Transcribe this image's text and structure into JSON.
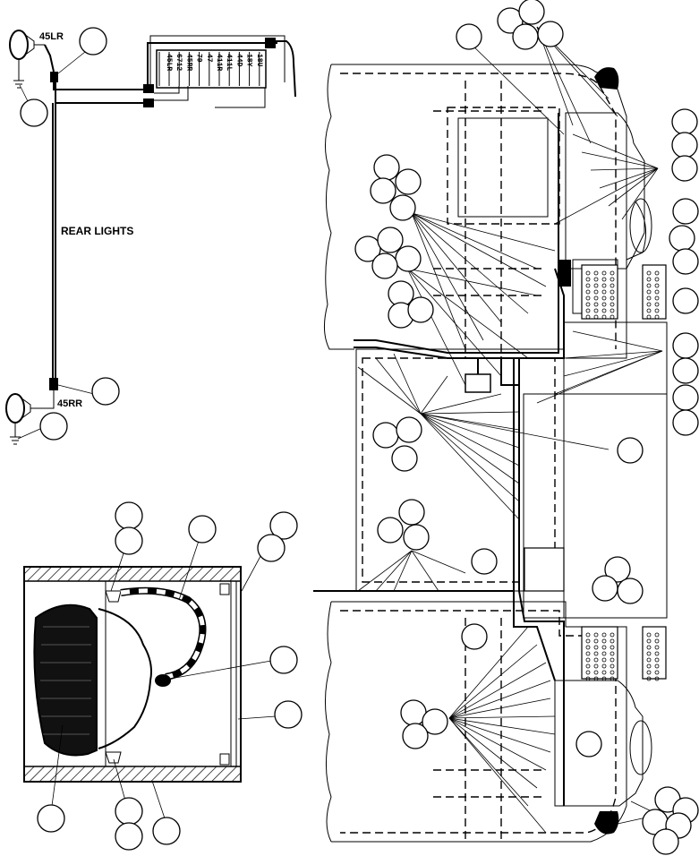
{
  "labels": {
    "rear_lights_title": "REAR LIGHTS",
    "left_rear_lamp": "45LR",
    "right_rear_lamp": "45RR"
  },
  "connector_terminals": [
    "45LR",
    "6712",
    "45RR",
    "79",
    "47",
    "411R",
    "411L",
    "44D",
    "18Y",
    "18U"
  ]
}
